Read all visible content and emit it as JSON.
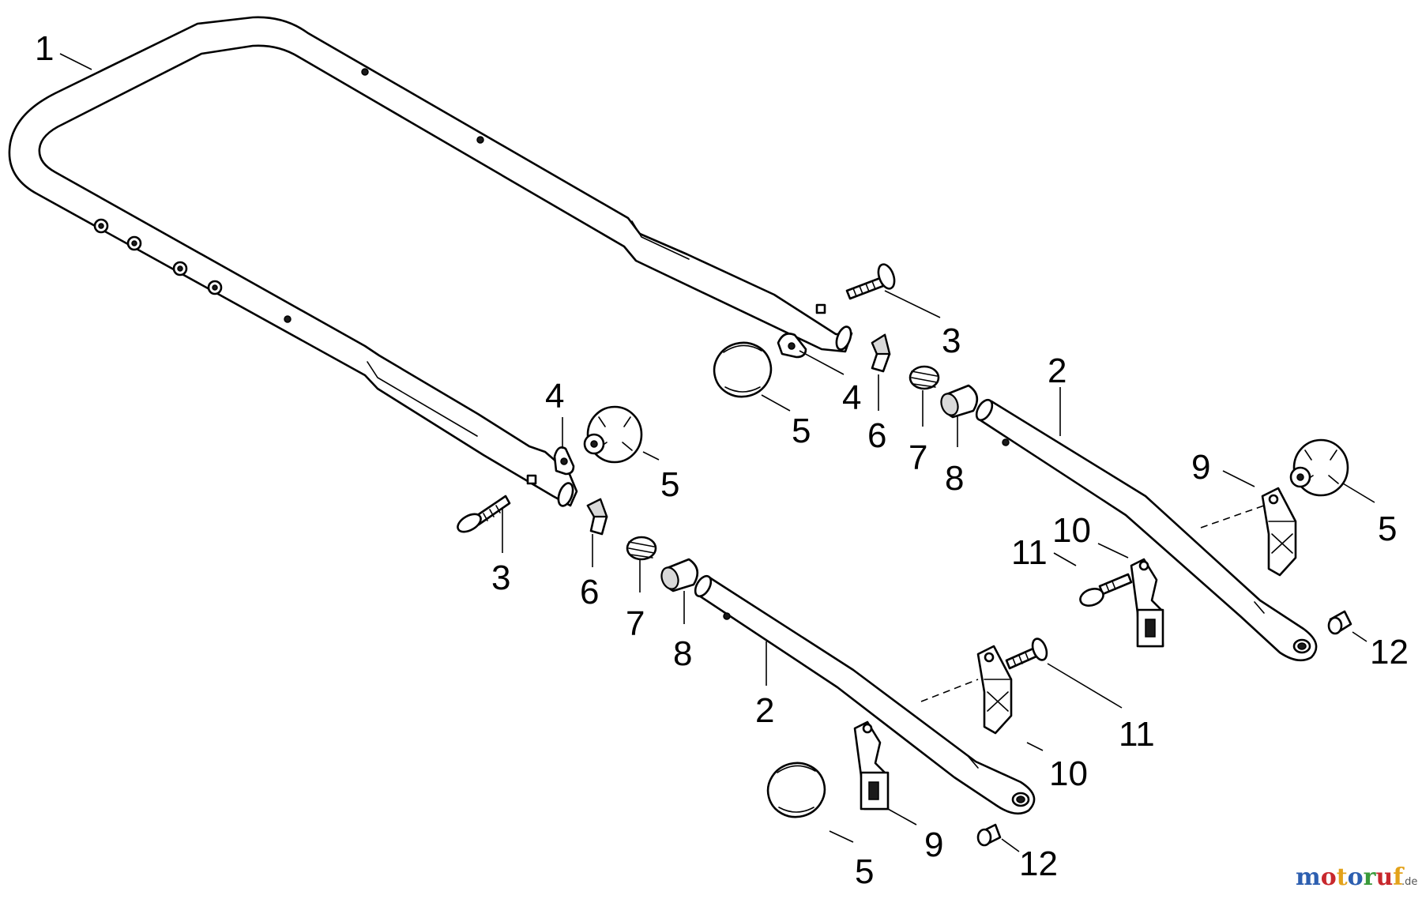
{
  "labels": {
    "l1": "1",
    "l2a": "2",
    "l2b": "2",
    "l3a": "3",
    "l3b": "3",
    "l4a": "4",
    "l4b": "4",
    "l5a": "5",
    "l5b": "5",
    "l5c": "5",
    "l5d": "5",
    "l6a": "6",
    "l6b": "6",
    "l7a": "7",
    "l7b": "7",
    "l8a": "8",
    "l8b": "8",
    "l9a": "9",
    "l9b": "9",
    "l10a": "10",
    "l10b": "10",
    "l11a": "11",
    "l11b": "11",
    "l12a": "12",
    "l12b": "12"
  },
  "watermark": {
    "letters": [
      "m",
      "o",
      "t",
      "o",
      "r",
      "u",
      "f"
    ],
    "colors": [
      "#2d5fb0",
      "#c8282d",
      "#e3a21a",
      "#2d5fb0",
      "#3a9a3a",
      "#c8282d",
      "#e3a21a"
    ],
    "suffix": ".de"
  }
}
